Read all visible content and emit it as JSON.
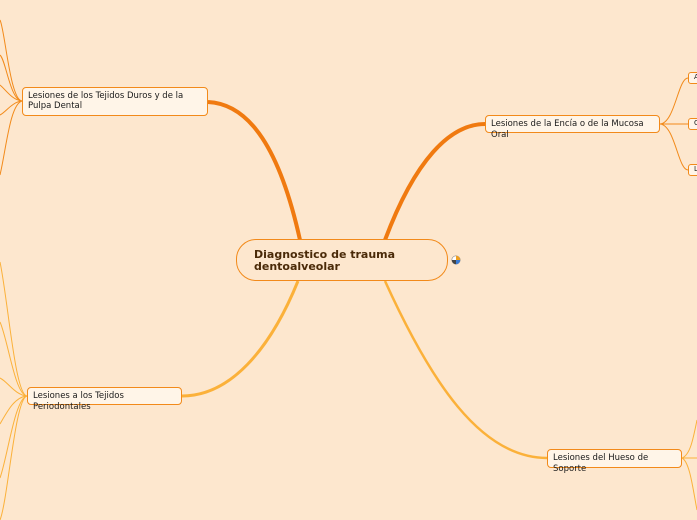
{
  "root": {
    "title": "Diagnostico de trauma dentoalveolar"
  },
  "branches": [
    {
      "id": "duros",
      "label": "Lesiones de los Tejidos Duros y de la Pulpa Dental"
    },
    {
      "id": "encia",
      "label": "Lesiones de la Encía o de la Mucosa Oral"
    },
    {
      "id": "periodontales",
      "label": "Lesiones a los Tejidos Periodontales"
    },
    {
      "id": "hueso",
      "label": "Lesiones del Hueso de Soporte"
    }
  ],
  "cut_off_subnodes": [
    "A",
    "C",
    "L"
  ],
  "icons": {
    "root_marker": "sticker-icon"
  },
  "colors": {
    "background": "#fde7ce",
    "node_fill": "#fff5e8",
    "node_border": "#f28a1a",
    "branch_dark": "#f07a10",
    "branch_light": "#fbb13a"
  }
}
